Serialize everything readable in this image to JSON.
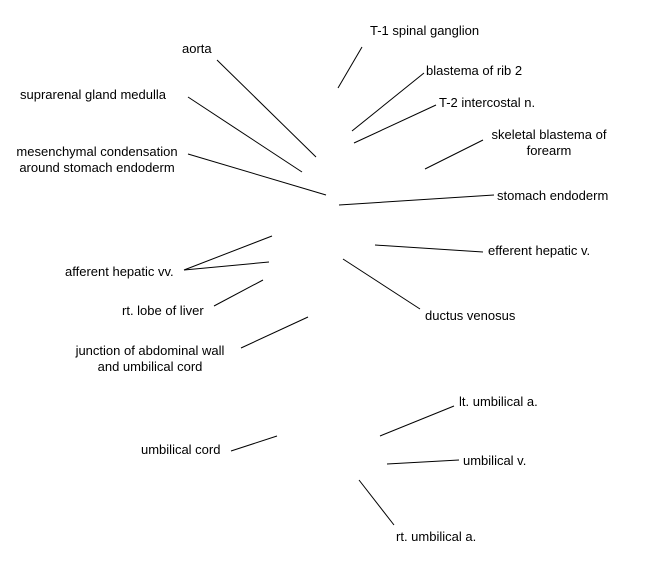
{
  "colors": {
    "background": "#ffffff",
    "line": "#000000",
    "text": "#000000"
  },
  "labels": {
    "aorta": "aorta",
    "suprarenal_gland_medulla": "suprarenal gland medulla",
    "mesenchymal_condensation": [
      "mesenchymal condensation",
      "around stomach endoderm"
    ],
    "t1_spinal_ganglion": "T-1 spinal ganglion",
    "blastema_rib_2": "blastema of rib 2",
    "t2_intercostal_n": "T-2 intercostal n.",
    "skeletal_blastema_forearm": [
      "skeletal blastema of",
      "forearm"
    ],
    "stomach_endoderm": "stomach endoderm",
    "efferent_hepatic_v": "efferent hepatic v.",
    "afferent_hepatic_vv": "afferent hepatic vv.",
    "rt_lobe_of_liver": "rt. lobe of liver",
    "ductus_venosus": "ductus venosus",
    "junction_abdominal_wall": [
      "junction of abdominal wall",
      "and umbilical cord"
    ],
    "lt_umbilical_a": "lt. umbilical a.",
    "umbilical_cord": "umbilical cord",
    "umbilical_v": "umbilical v.",
    "rt_umbilical_a": "rt. umbilical a."
  }
}
